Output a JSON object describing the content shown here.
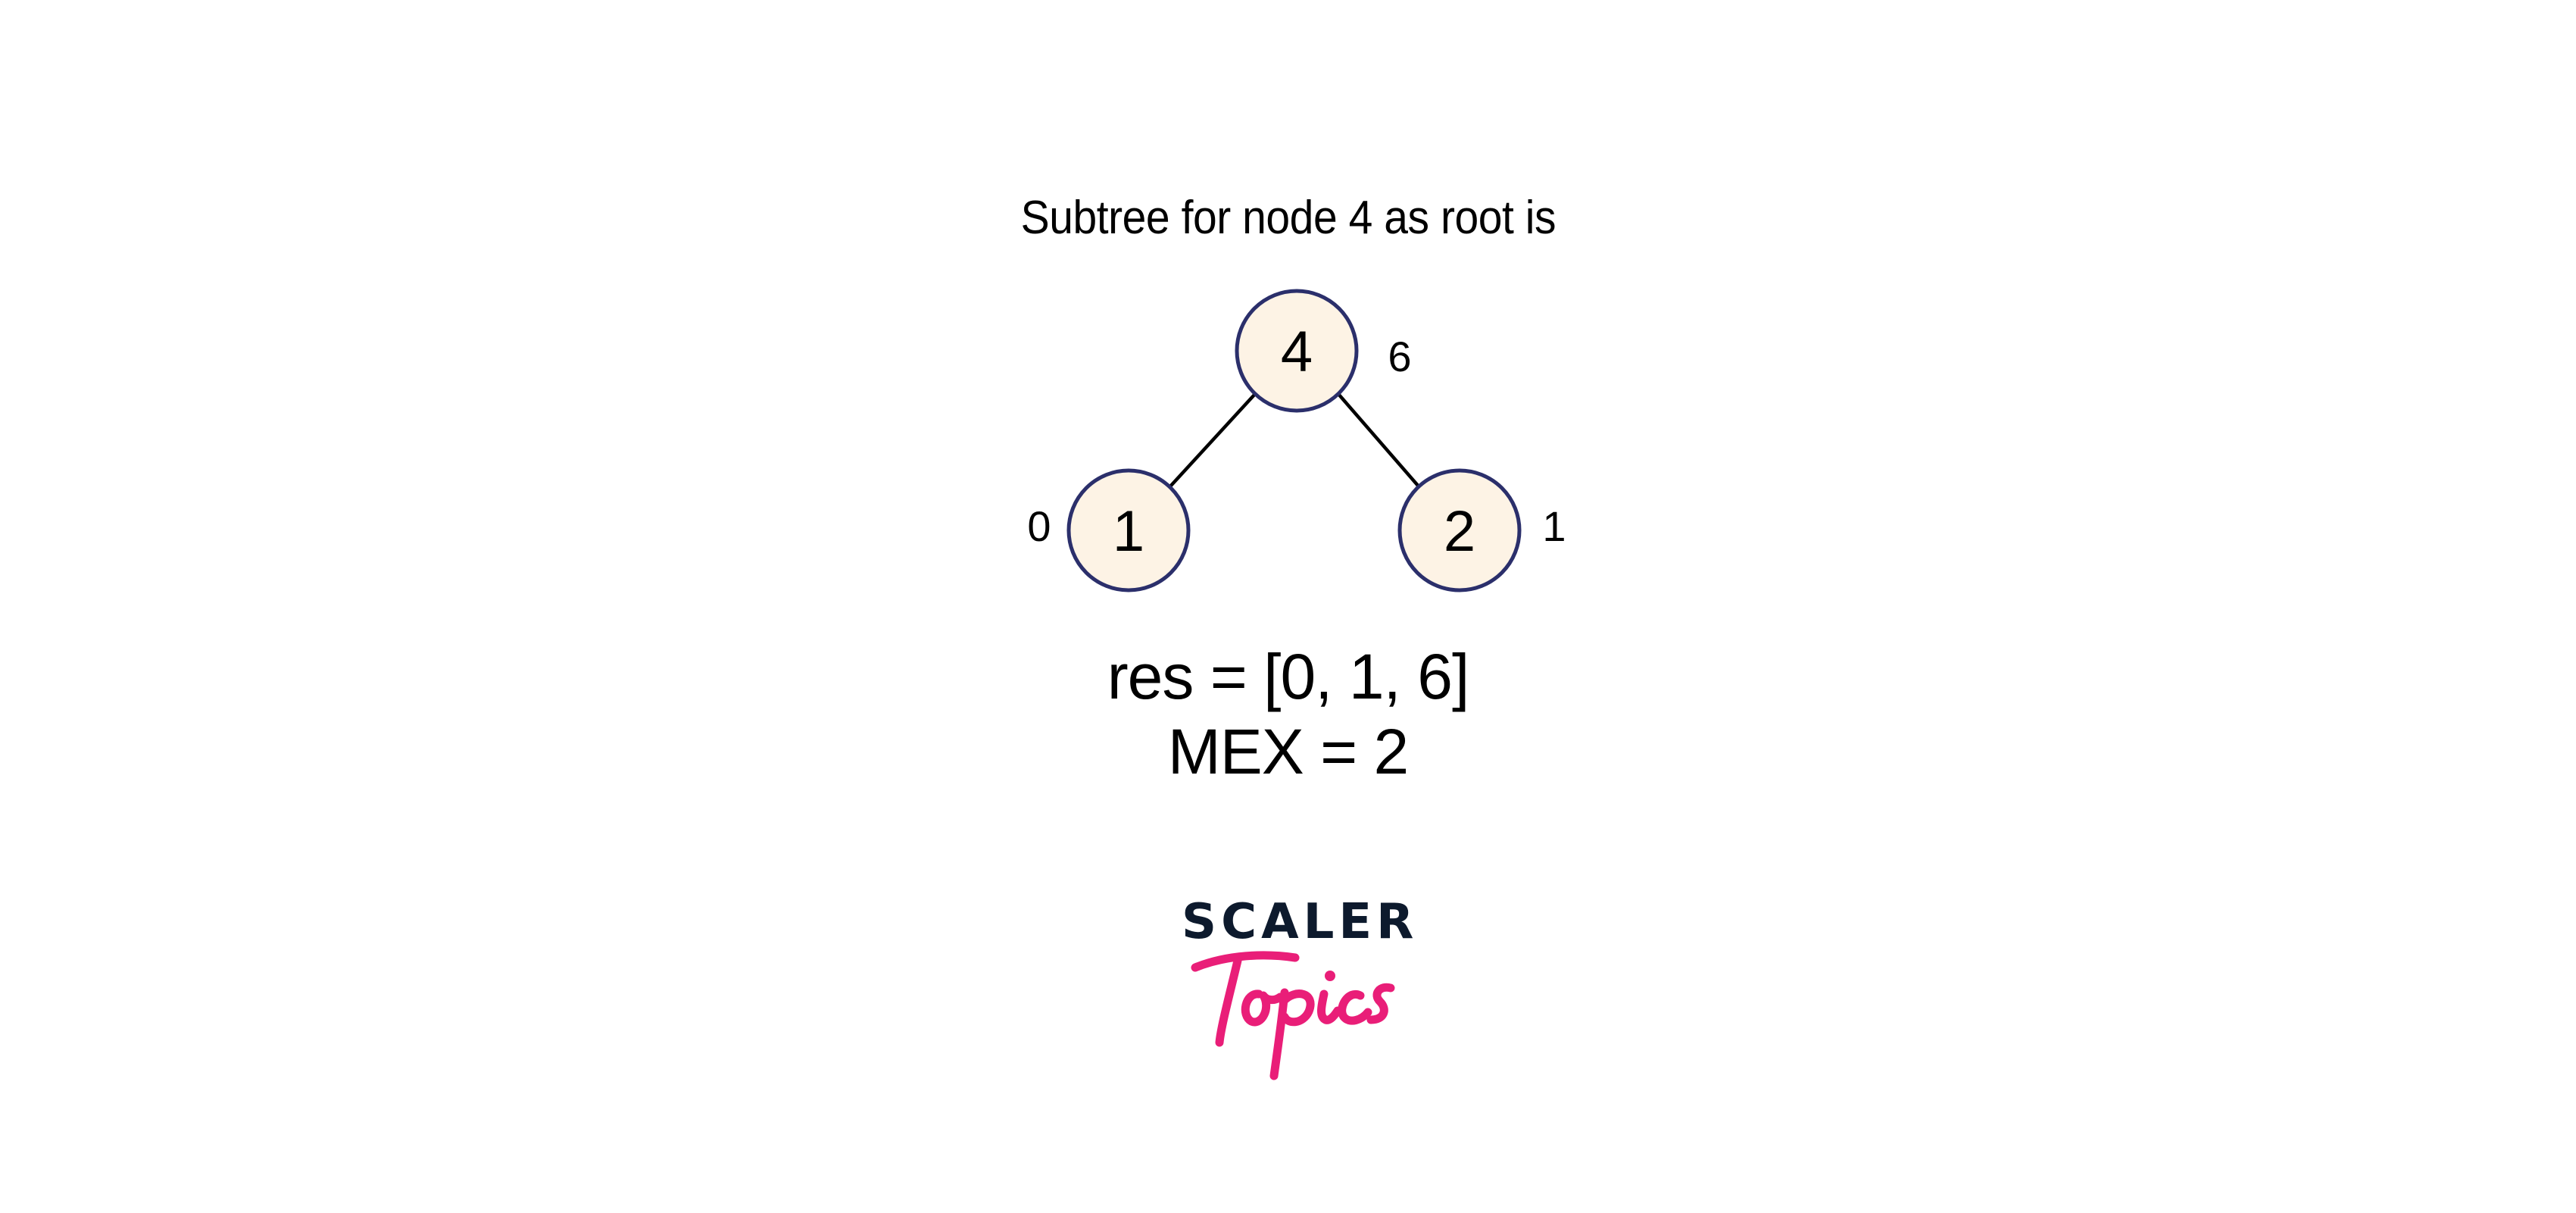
{
  "title": "Subtree for node 4 as root is",
  "tree": {
    "root": {
      "id": "4",
      "label": "6"
    },
    "children": [
      {
        "id": "1",
        "label": "0"
      },
      {
        "id": "2",
        "label": "1"
      }
    ],
    "colors": {
      "node_fill": "#fdf3e5",
      "node_stroke": "#2b2f6b",
      "edge": "#000000"
    }
  },
  "result": {
    "res_line": "res = [0, 1, 6]",
    "mex_line": "MEX = 2"
  },
  "logo": {
    "brand": "SCALER",
    "sub": "Topics",
    "brand_color": "#0d1a2d",
    "sub_color": "#e91e78"
  }
}
